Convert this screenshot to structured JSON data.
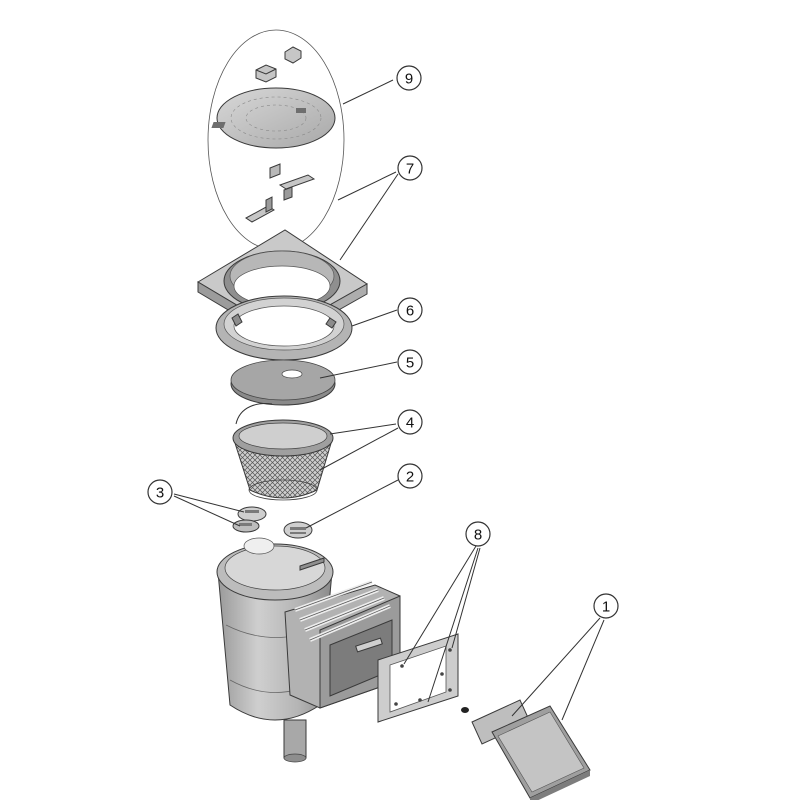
{
  "callouts": [
    {
      "id": "c9",
      "label": "9"
    },
    {
      "id": "c7",
      "label": "7"
    },
    {
      "id": "c6",
      "label": "6"
    },
    {
      "id": "c5",
      "label": "5"
    },
    {
      "id": "c4",
      "label": "4"
    },
    {
      "id": "c2",
      "label": "2"
    },
    {
      "id": "c3",
      "label": "3"
    },
    {
      "id": "c8",
      "label": "8"
    },
    {
      "id": "c1",
      "label": "1"
    }
  ],
  "colors": {
    "part_fill": "#bdbdbd",
    "part_dark": "#8e8e8e",
    "part_light": "#d9d9d9",
    "line": "#333333"
  }
}
